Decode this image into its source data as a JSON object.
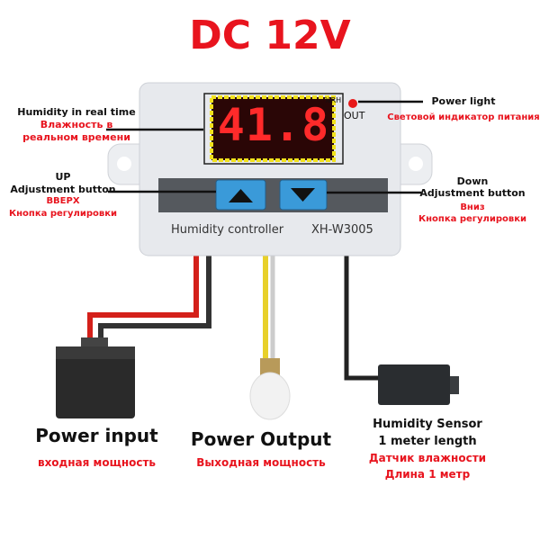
{
  "title": "DC 12V",
  "device": {
    "display_value": "41.8",
    "unit": "%RH",
    "led_label": "OUT",
    "name": "Humidity controller",
    "model": "XH-W3005"
  },
  "callouts": {
    "humidity": {
      "en": "Humidity in real time",
      "ru1": "Влажность в",
      "ru2": "реальном времени"
    },
    "power_light": {
      "en": "Power light",
      "ru": "Световой индикатор питания"
    },
    "up": {
      "en1": "UP",
      "en2": "Adjustment button",
      "ru1": "ВВЕРХ",
      "ru2": "Кнопка регулировки"
    },
    "down": {
      "en1": "Down",
      "en2": "Adjustment button",
      "ru1": "Вниз",
      "ru2": "Кнопка регулировки"
    },
    "power_input": {
      "en": "Power input",
      "ru": "входная мощность"
    },
    "power_output": {
      "en": "Power Output",
      "ru": "Выходная мощность"
    },
    "sensor": {
      "en1": "Humidity Sensor",
      "en2": "1 meter length",
      "ru1": "Датчик влажности",
      "ru2": "Длина 1 метр"
    }
  },
  "colors": {
    "accent": "#e8141e",
    "button": "#3a9ad9",
    "digits": "#ff2a2a"
  }
}
